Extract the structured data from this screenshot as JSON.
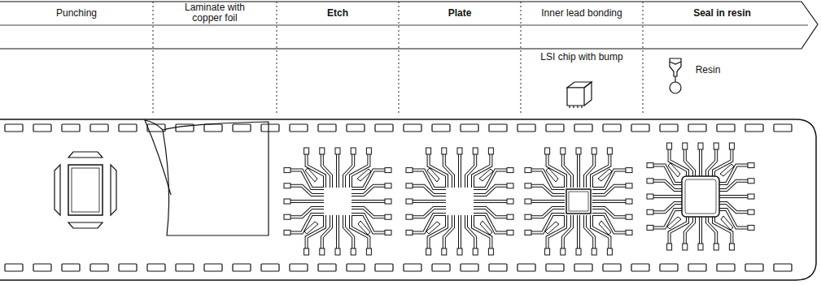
{
  "diagram": {
    "nodes": [
      {
        "text": [
          "Punching"
        ]
      },
      {
        "text": [
          "Laminate with copper foil"
        ]
      },
      {
        "text": [
          "Etch"
        ]
      },
      {
        "text": [
          "Plate"
        ]
      },
      {
        "text": [
          "Inner lead bonding"
        ]
      },
      {
        "text": [
          "Seal in resin"
        ]
      }
    ],
    "labels": [
      "LSI chip with bump",
      "Resin"
    ]
  }
}
